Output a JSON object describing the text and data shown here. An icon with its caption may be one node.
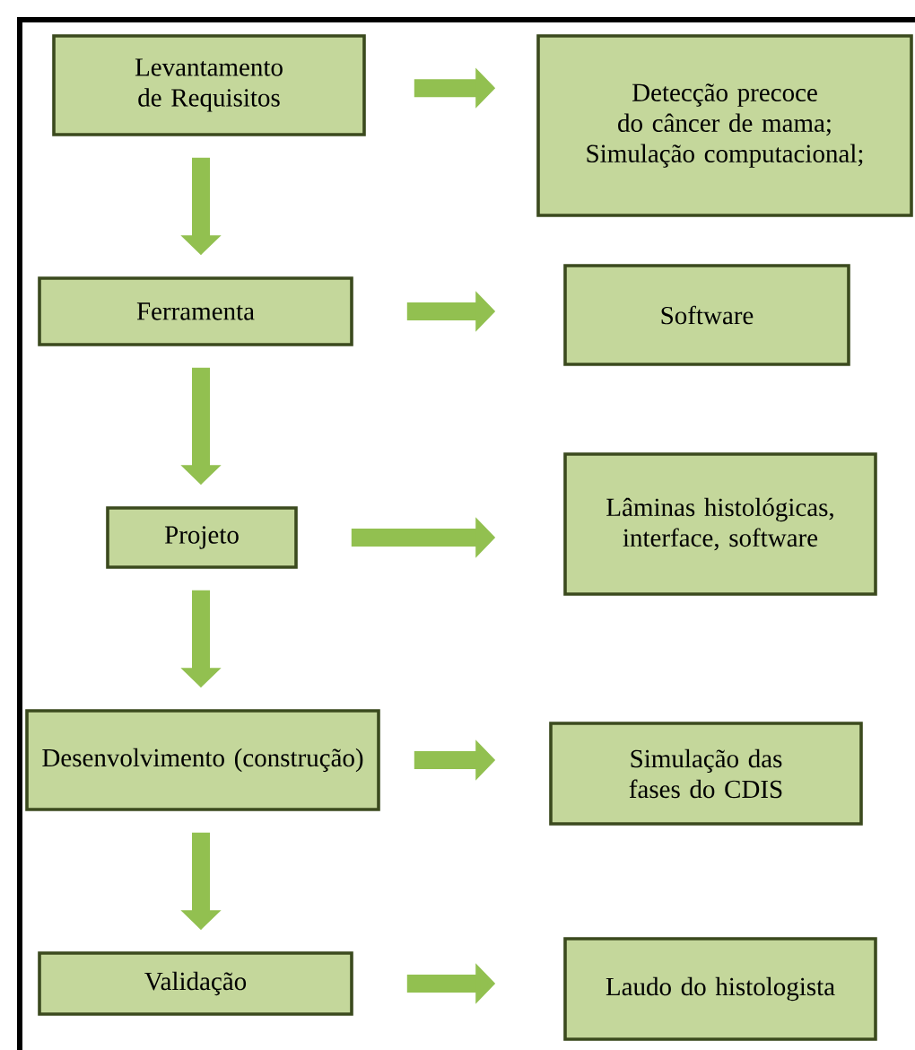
{
  "diagram": {
    "nodes": [
      {
        "text": [
          "Levantamento de Requisitos"
        ]
      },
      {
        "text": [
          "Detecção precoce do câncer de mama; Simulação computacional;"
        ]
      },
      {
        "text": [
          "Ferramenta"
        ]
      },
      {
        "text": [
          "Software"
        ]
      },
      {
        "text": [
          "Projeto"
        ]
      },
      {
        "text": [
          "Lâminas histológicas, interface, software"
        ]
      },
      {
        "text": [
          "Desenvolvimento (construção)"
        ]
      },
      {
        "text": [
          "Simulação das fases do CDIS"
        ]
      },
      {
        "text": [
          "Validação"
        ]
      },
      {
        "text": [
          "Laudo do histologista"
        ]
      }
    ],
    "edges": [
      {
        "from": 0,
        "to": 1,
        "arrow": "to"
      },
      {
        "from": 0,
        "to": 2,
        "arrow": "to"
      },
      {
        "from": 2,
        "to": 3,
        "arrow": "to"
      },
      {
        "from": 2,
        "to": 4,
        "arrow": "to"
      },
      {
        "from": 4,
        "to": 5,
        "arrow": "to"
      },
      {
        "from": 4,
        "to": 6,
        "arrow": "to"
      },
      {
        "from": 6,
        "to": 7,
        "arrow": "to"
      },
      {
        "from": 6,
        "to": 8,
        "arrow": "to"
      },
      {
        "from": 8,
        "to": 9,
        "arrow": "to"
      }
    ]
  }
}
